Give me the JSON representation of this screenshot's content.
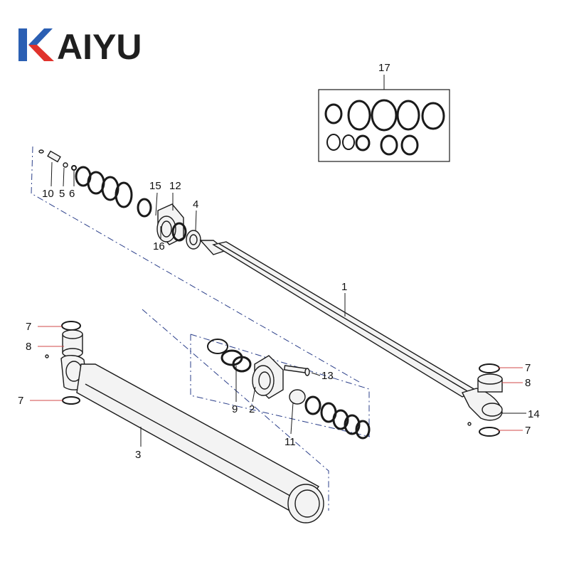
{
  "brand": {
    "name": "KAIYU",
    "word": "AIYU",
    "colors": {
      "blue": "#2b5fb3",
      "red": "#e0322c",
      "text": "#1f1f1f"
    }
  },
  "callouts": [
    {
      "id": "c17",
      "text": "17"
    },
    {
      "id": "c10",
      "text": "10"
    },
    {
      "id": "c5",
      "text": "5"
    },
    {
      "id": "c6",
      "text": "6"
    },
    {
      "id": "c15",
      "text": "15"
    },
    {
      "id": "c12",
      "text": "12"
    },
    {
      "id": "c16",
      "text": "16"
    },
    {
      "id": "c4",
      "text": "4"
    },
    {
      "id": "c1",
      "text": "1"
    },
    {
      "id": "c7a",
      "text": "7"
    },
    {
      "id": "c8a",
      "text": "8"
    },
    {
      "id": "c7b",
      "text": "7"
    },
    {
      "id": "c13",
      "text": "13"
    },
    {
      "id": "c9",
      "text": "9"
    },
    {
      "id": "c2",
      "text": "2"
    },
    {
      "id": "c11",
      "text": "11"
    },
    {
      "id": "c3",
      "text": "3"
    },
    {
      "id": "c7c",
      "text": "7"
    },
    {
      "id": "c8b",
      "text": "8"
    },
    {
      "id": "c14",
      "text": "14"
    },
    {
      "id": "c7d",
      "text": "7"
    }
  ]
}
